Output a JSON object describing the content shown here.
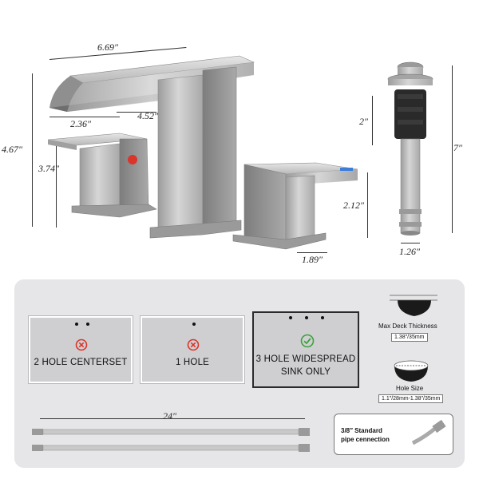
{
  "dimensions": {
    "total_width": "6.69″",
    "spout_reach": "4.52″",
    "handle_depth": "2.36″",
    "total_height": "4.67″",
    "spout_height": "3.74″",
    "handle_height": "2.12″",
    "handle_width": "1.89″",
    "drain_upper": "2″",
    "drain_total": "7″",
    "drain_diameter": "1.26″"
  },
  "holes": [
    {
      "label": "2 HOLE CENTERSET",
      "status": "not-compatible"
    },
    {
      "label": "1 HOLE",
      "status": "not-compatible"
    },
    {
      "label_line1": "3 HOLE WIDESPREAD",
      "label_line2": "SINK ONLY",
      "status": "compatible"
    }
  ],
  "deck": {
    "title": "Max Deck Thickness",
    "value": "1.38″/35mm"
  },
  "hole_size": {
    "title": "Hole Size",
    "value": "1.1″/28mm-1.38″/35mm"
  },
  "hose": {
    "length": "24″",
    "connection_line1": "3/8″ Standard",
    "connection_line2": "pipe cennection"
  },
  "colors": {
    "not_compatible": "#d9352b",
    "compatible": "#3aa33a",
    "panel": "#e6e6e8"
  }
}
